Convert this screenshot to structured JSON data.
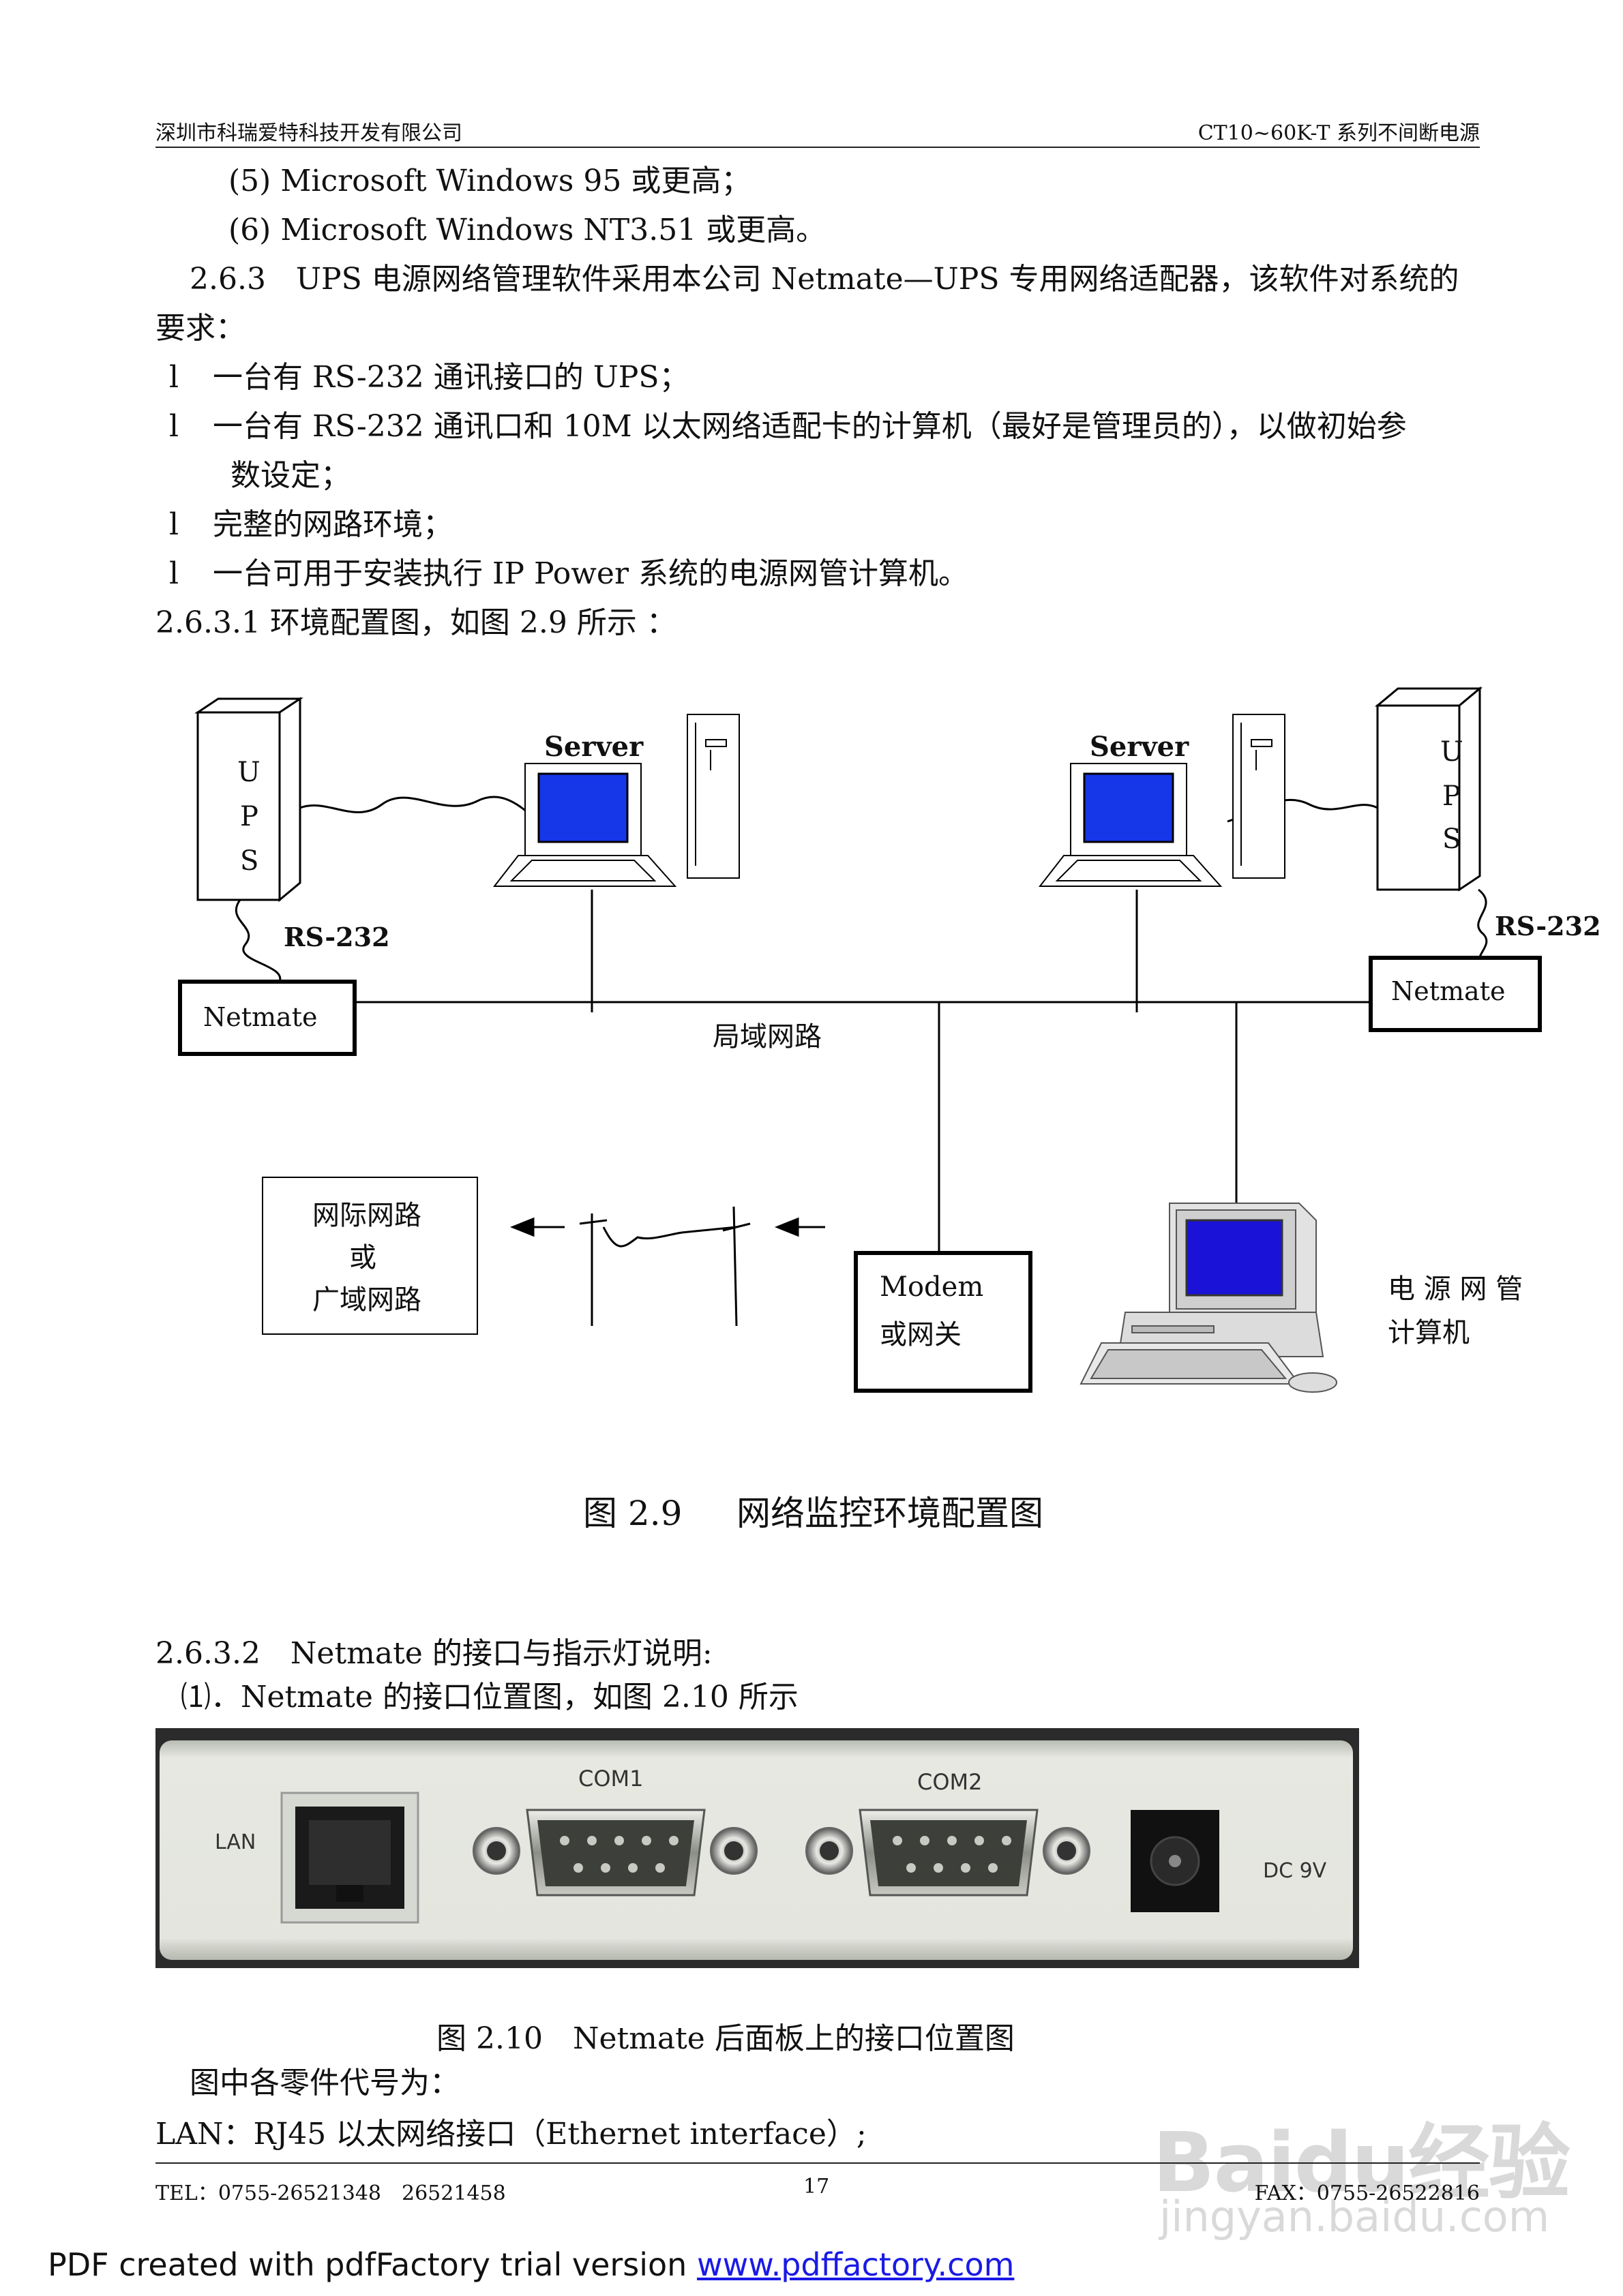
{
  "header": {
    "company": "深圳市科瑞爱特科技开发有限公司",
    "product": "CT10~60K-T 系列不间断电源"
  },
  "lines": {
    "l1": "(5) Microsoft Windows 95 或更高；",
    "l2": "(6) Microsoft Windows NT3.51 或更高。",
    "l3": "2.6.3　UPS 电源网络管理软件采用本公司 Netmate—UPS 专用网络适配器，该软件对系统的",
    "l4": "要求：",
    "b1": "一台有 RS-232 通讯接口的 UPS；",
    "b2": "一台有 RS-232 通讯口和 10M 以太网络适配卡的计算机（最好是管理员的），以做初始参",
    "b2c": "数设定；",
    "b3": "完整的网路环境；",
    "b4": "一台可用于安装执行 IP Power 系统的电源网管计算机。",
    "l5": "2.6.3.1 环境配置图，如图 2.9 所示 ：",
    "bullet": "l"
  },
  "diagram": {
    "ups_letters": [
      "U",
      "P",
      "S"
    ],
    "server": "Server",
    "rs232": "RS-232",
    "netmate": "Netmate",
    "lan": "局域网路",
    "internet": [
      "网际网路",
      "或",
      "广域网路"
    ],
    "modem": [
      "Modem",
      "或网关"
    ],
    "mgmt": [
      "电 源 网 管",
      "计算机"
    ]
  },
  "fig29": {
    "num": "图 2.9",
    "title": "网络监控环境配置图"
  },
  "section2": {
    "l1": "2.6.3.2　Netmate 的接口与指示灯说明:",
    "l2": "⑴．Netmate 的接口位置图，如图 2.10 所示"
  },
  "panel": {
    "lan": "LAN",
    "com1": "COM1",
    "com2": "COM2",
    "dc": "DC 9V"
  },
  "fig210": {
    "caption": "图 2.10　Netmate 后面板上的接口位置图"
  },
  "after": {
    "l1": "图中各零件代号为：",
    "l2": "LAN：RJ45 以太网络接口（Ethernet interface）;"
  },
  "footer": {
    "tel": "TEL：0755-26521348　26521458",
    "page": "17",
    "fax": "FAX：0755-26522816"
  },
  "watermark": {
    "logo": "Baidu经验",
    "url": "jingyan.baidu.com"
  },
  "pdf": {
    "text": "PDF created with pdfFactory trial version ",
    "link": "www.pdffactory.com"
  }
}
